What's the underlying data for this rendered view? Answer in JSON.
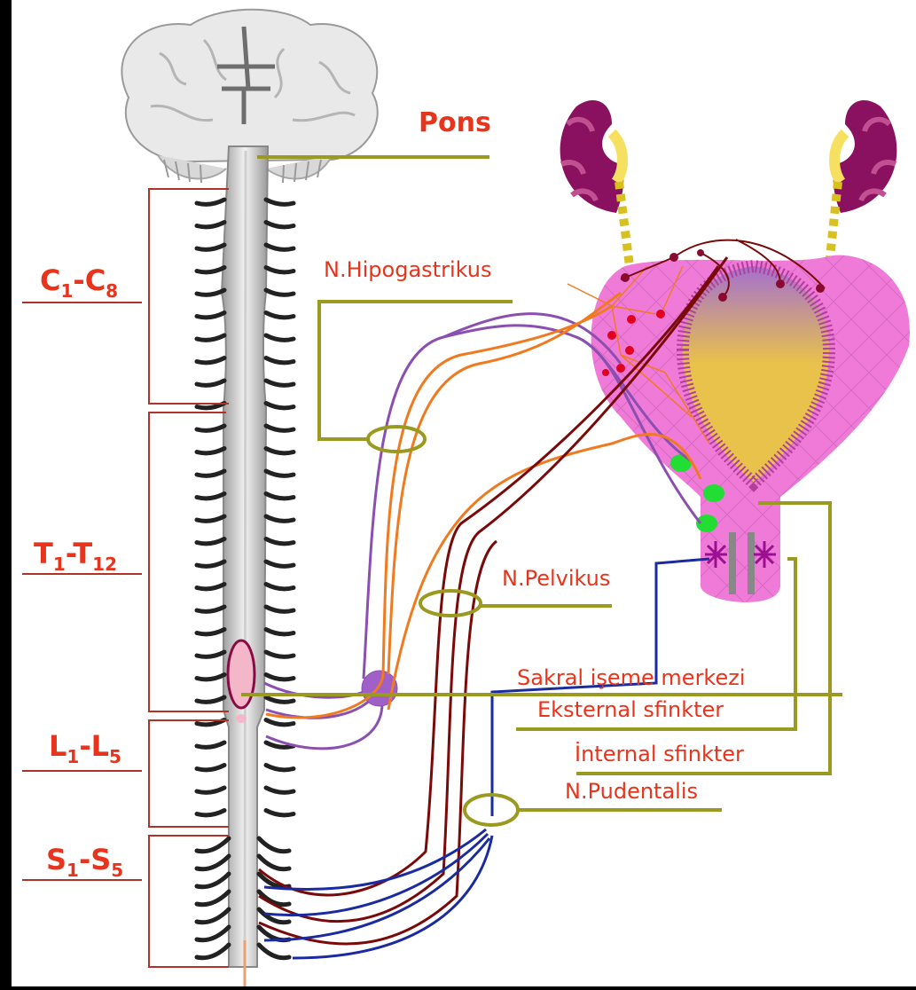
{
  "labels": {
    "pons": "Pons",
    "hipogastrikus": "N.Hipogastrikus",
    "pelvikus": "N.Pelvikus",
    "eksternal": "Eksternal sfinkter",
    "internal": "İnternal sfinkter",
    "pudentalis": "N.Pudentalis",
    "sakral": "Sakral işeme merkezi"
  },
  "segments": {
    "cervical": {
      "a": "C",
      "a_sub": "1",
      "dash": "-",
      "b": "C",
      "b_sub": "8"
    },
    "thoracic": {
      "a": "T",
      "a_sub": "1",
      "dash": "-",
      "b": "T",
      "b_sub": "12"
    },
    "lumbar": {
      "a": "L",
      "a_sub": "1",
      "dash": "-",
      "b": "L",
      "b_sub": "5"
    },
    "sacral": {
      "a": "S",
      "a_sub": "1",
      "dash": "-",
      "b": "S",
      "b_sub": "5"
    }
  },
  "colors": {
    "label_red": "#e8341c",
    "leader_olive": "#9a9a20",
    "bladder_pink": "#f07ad8",
    "urine_yellow": "#e8c24a",
    "kidney_purple": "#8a1060",
    "nerve_purple": "#8a4fb0",
    "nerve_orange": "#f07a20",
    "nerve_darkred": "#7a0a0a",
    "nerve_blue": "#1a2aa0",
    "ganglion_green": "#22dd33"
  }
}
